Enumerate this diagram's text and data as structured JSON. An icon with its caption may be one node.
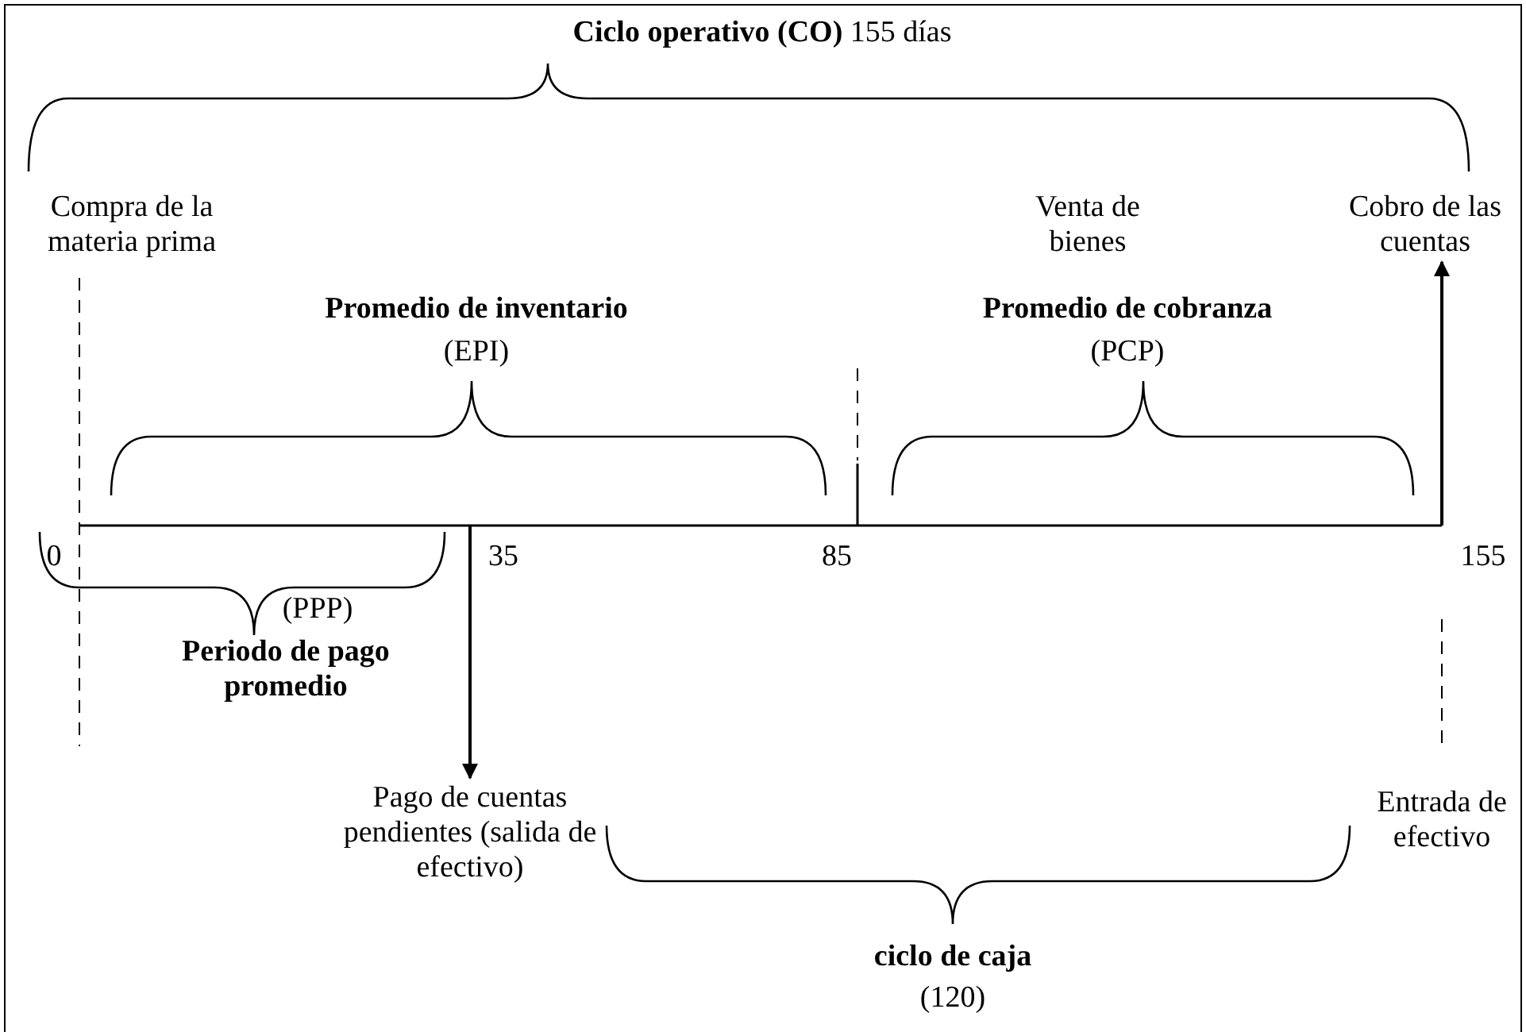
{
  "diagram": {
    "nodes": [
      {
        "text": [
          "Cobro de las cuentas"
        ]
      },
      {
        "text": [
          "Pago de cuentas pendientes (salida de efectivo)"
        ]
      }
    ],
    "edges": [
      {
        "from": null,
        "to": 0,
        "arrow": "to"
      },
      {
        "from": null,
        "to": 1,
        "arrow": "to"
      }
    ],
    "labels": [
      "**Ciclo operativo (CO)** 155 días",
      "Compra de la materia prima",
      "Venta de bienes",
      "Promedio de inventario",
      "(EPI)",
      "Promedio de cobranza",
      "(PCP)",
      "0",
      "35",
      "85",
      "155",
      "(PPP)",
      "Periodo de pago promedio",
      "Entrada de efectivo",
      "ciclo de caja",
      "(120)"
    ]
  }
}
